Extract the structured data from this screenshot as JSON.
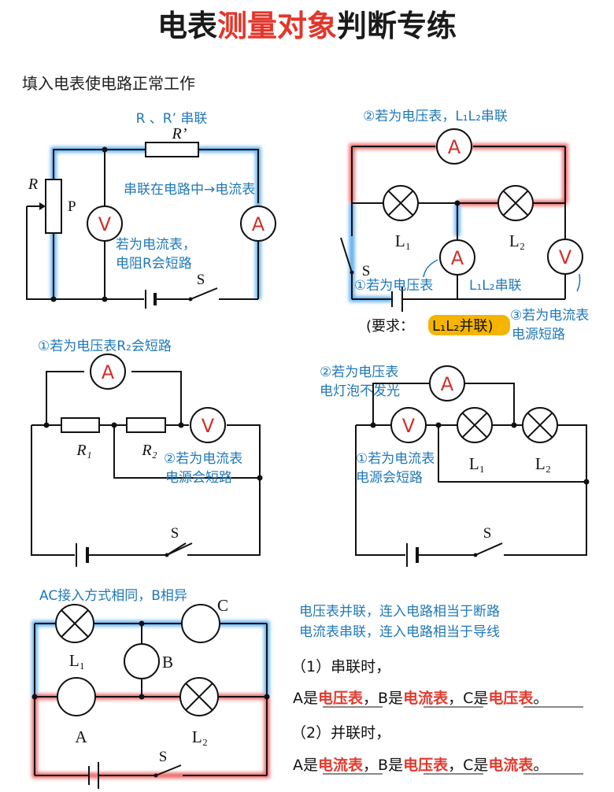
{
  "title": {
    "part1": "电表",
    "part2": "测量对象",
    "part3": "判断专练"
  },
  "subtitle": "填入电表使电路正常工作",
  "meter_letters": {
    "ammeter": "A",
    "voltmeter": "V"
  },
  "colors": {
    "title_black": "#1a1a1a",
    "title_red": "#e2362b",
    "note_blue": "#1f78b8",
    "meter_red": "#d0322a",
    "wire_blue_glow": "#3fa0ea",
    "wire_red_glow": "#e84a4a",
    "answer_red": "#e23a2e",
    "highlight": "#f4b400"
  },
  "fig1": {
    "note_top": "R 、R’ 串联",
    "label_Rp": "R’",
    "label_R": "R",
    "label_P": "P",
    "note_series": "串联在电路中→电流表",
    "note_short_1": "若为电流表，",
    "note_short_2": "电阻R会短路",
    "label_S": "S"
  },
  "fig2": {
    "note_top": "②若为电压表，L₁L₂串联",
    "label_L1": "L₁",
    "label_L2": "L₂",
    "label_S": "S",
    "note_volt": "①若为电压表",
    "note_series": "L₁L₂串联",
    "note_amm_1": "③若为电流表",
    "note_amm_2": "电源短路",
    "req_prefix": "(要求：",
    "req_highlight": "L₁L₂并联",
    "req_suffix": ")"
  },
  "fig3": {
    "note_top": "①若为电压表R₂会短路",
    "label_R1": "R₁",
    "label_R2": "R₂",
    "note_amm_1": "②若为电流表",
    "note_amm_2": "电源会短路",
    "label_S": "S"
  },
  "fig4": {
    "note_volt_1": "②若为电压表",
    "note_volt_2": "电灯泡不发光",
    "note_amm_1": "①若为电流表",
    "note_amm_2": "电源会短路",
    "label_L1": "L₁",
    "label_L2": "L₂",
    "label_S": "S"
  },
  "fig5": {
    "note_top": "AC接入方式相同，B相异",
    "label_C": "C",
    "label_B": "B",
    "label_L1": "L₁",
    "label_A": "A",
    "label_L2": "L₂",
    "label_S": "S"
  },
  "summary": {
    "line1": "电压表并联，连入电路相当于断路",
    "line2": "电流表串联，连入电路相当于导线",
    "q1": "（1）串联时，",
    "q2": "（2）并联时，",
    "a_is": "A是",
    "b_is": "B是",
    "c_is": "C是",
    "sep": "，",
    "end": "。",
    "series_answers": {
      "A": "电压表",
      "B": "电流表",
      "C": "电压表"
    },
    "parallel_answers": {
      "A": "电流表",
      "B": "电压表",
      "C": "电流表"
    }
  }
}
